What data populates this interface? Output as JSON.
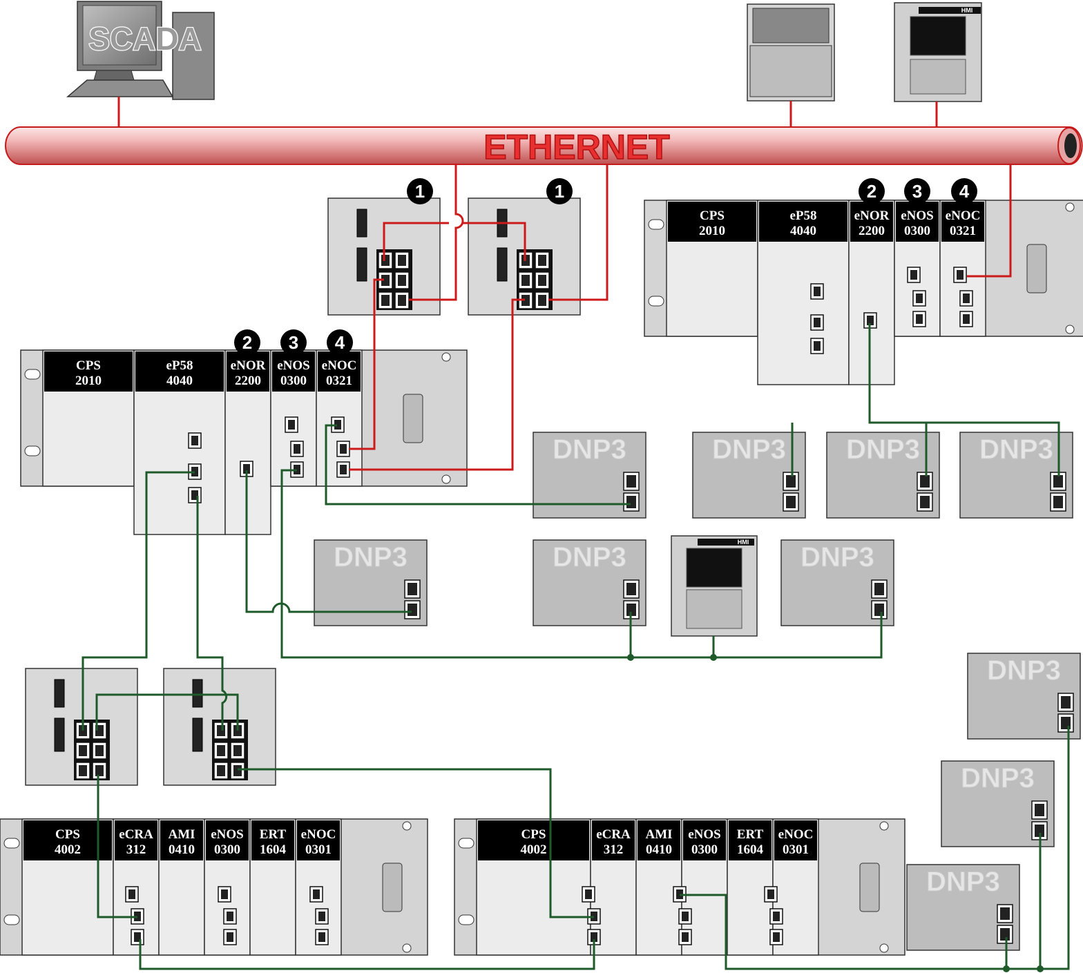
{
  "network": {
    "label": "ETHERNET"
  },
  "scada": {
    "label": "SCADA"
  },
  "hmi": {
    "label": "HMI"
  },
  "dnp3": {
    "label": "DNP3"
  },
  "badges": {
    "switch": "1",
    "enor": "2",
    "enos": "3",
    "enoc": "4"
  },
  "rack_a": {
    "modules": [
      {
        "line1": "CPS",
        "line2": "2010"
      },
      {
        "line1": "eP58",
        "line2": "4040"
      },
      {
        "line1": "eNOR",
        "line2": "2200"
      },
      {
        "line1": "eNOS",
        "line2": "0300"
      },
      {
        "line1": "eNOC",
        "line2": "0321"
      }
    ]
  },
  "rack_b": {
    "modules": [
      {
        "line1": "CPS",
        "line2": "2010"
      },
      {
        "line1": "eP58",
        "line2": "4040"
      },
      {
        "line1": "eNOR",
        "line2": "2200"
      },
      {
        "line1": "eNOS",
        "line2": "0300"
      },
      {
        "line1": "eNOC",
        "line2": "0321"
      }
    ]
  },
  "rack_c": {
    "modules": [
      {
        "line1": "CPS",
        "line2": "4002"
      },
      {
        "line1": "eCRA",
        "line2": "312"
      },
      {
        "line1": "AMI",
        "line2": "0410"
      },
      {
        "line1": "eNOS",
        "line2": "0300"
      },
      {
        "line1": "ERT",
        "line2": "1604"
      },
      {
        "line1": "eNOC",
        "line2": "0301"
      }
    ]
  },
  "rack_d": {
    "modules": [
      {
        "line1": "CPS",
        "line2": "4002"
      },
      {
        "line1": "eCRA",
        "line2": "312"
      },
      {
        "line1": "AMI",
        "line2": "0410"
      },
      {
        "line1": "eNOS",
        "line2": "0300"
      },
      {
        "line1": "ERT",
        "line2": "1604"
      },
      {
        "line1": "eNOC",
        "line2": "0301"
      }
    ]
  }
}
